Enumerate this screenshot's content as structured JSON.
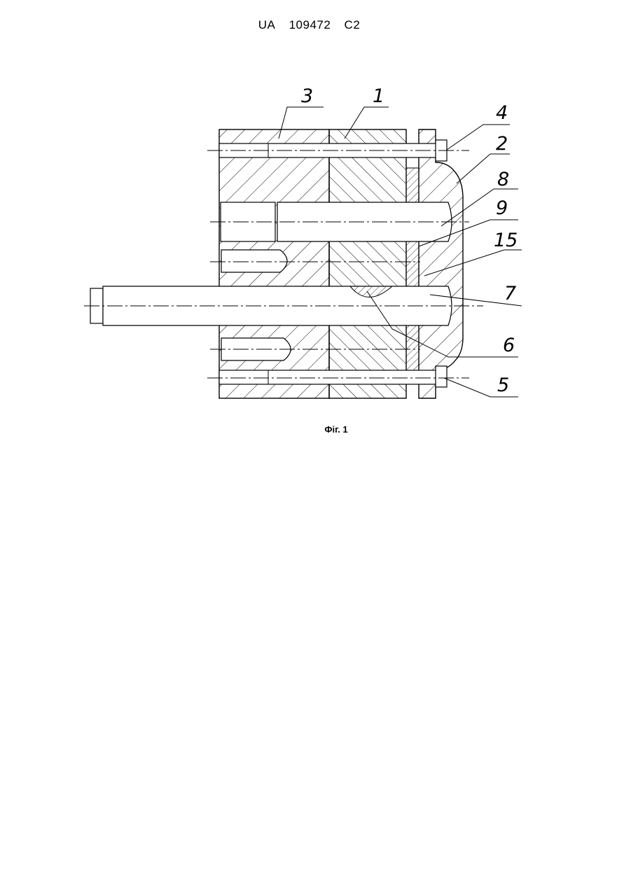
{
  "header": {
    "country": "UA",
    "number": "109472",
    "kind": "C2"
  },
  "figure": {
    "caption": "Фіг. 1",
    "labels": {
      "l1": "1",
      "l2": "2",
      "l3": "3",
      "l4": "4",
      "l5": "5",
      "l6": "6",
      "l7": "7",
      "l8": "8",
      "l9": "9",
      "l15": "15"
    }
  }
}
